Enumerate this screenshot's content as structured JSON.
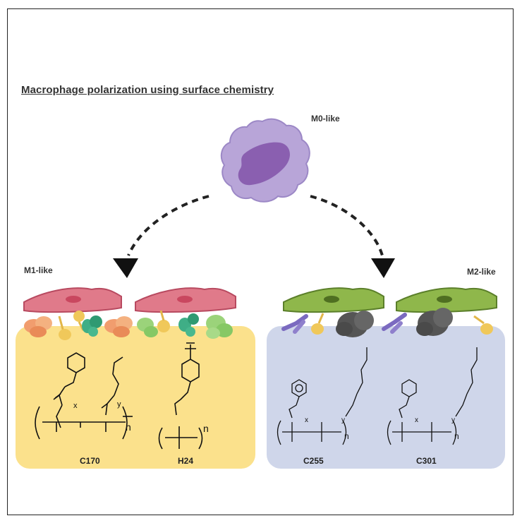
{
  "title": "Macrophage polarization using surface chemistry",
  "cells": {
    "m0_label": "M0-like",
    "m1_label": "M1-like",
    "m2_label": "M2-like"
  },
  "surfaces": {
    "m1": {
      "compounds": [
        "C170",
        "H24"
      ]
    },
    "m2": {
      "compounds": [
        "C255",
        "C301"
      ]
    }
  },
  "structure_labels": {
    "x": "x",
    "y": "y",
    "n": "n"
  },
  "colors": {
    "m1_substrate": "#fbe18c",
    "m2_substrate": "#cfd6ea",
    "m0_cell": "#b8a5d8",
    "m0_nucleus": "#8a5fb0",
    "m1_cell": "#e07a8a",
    "m2_cell": "#8fb74b"
  }
}
